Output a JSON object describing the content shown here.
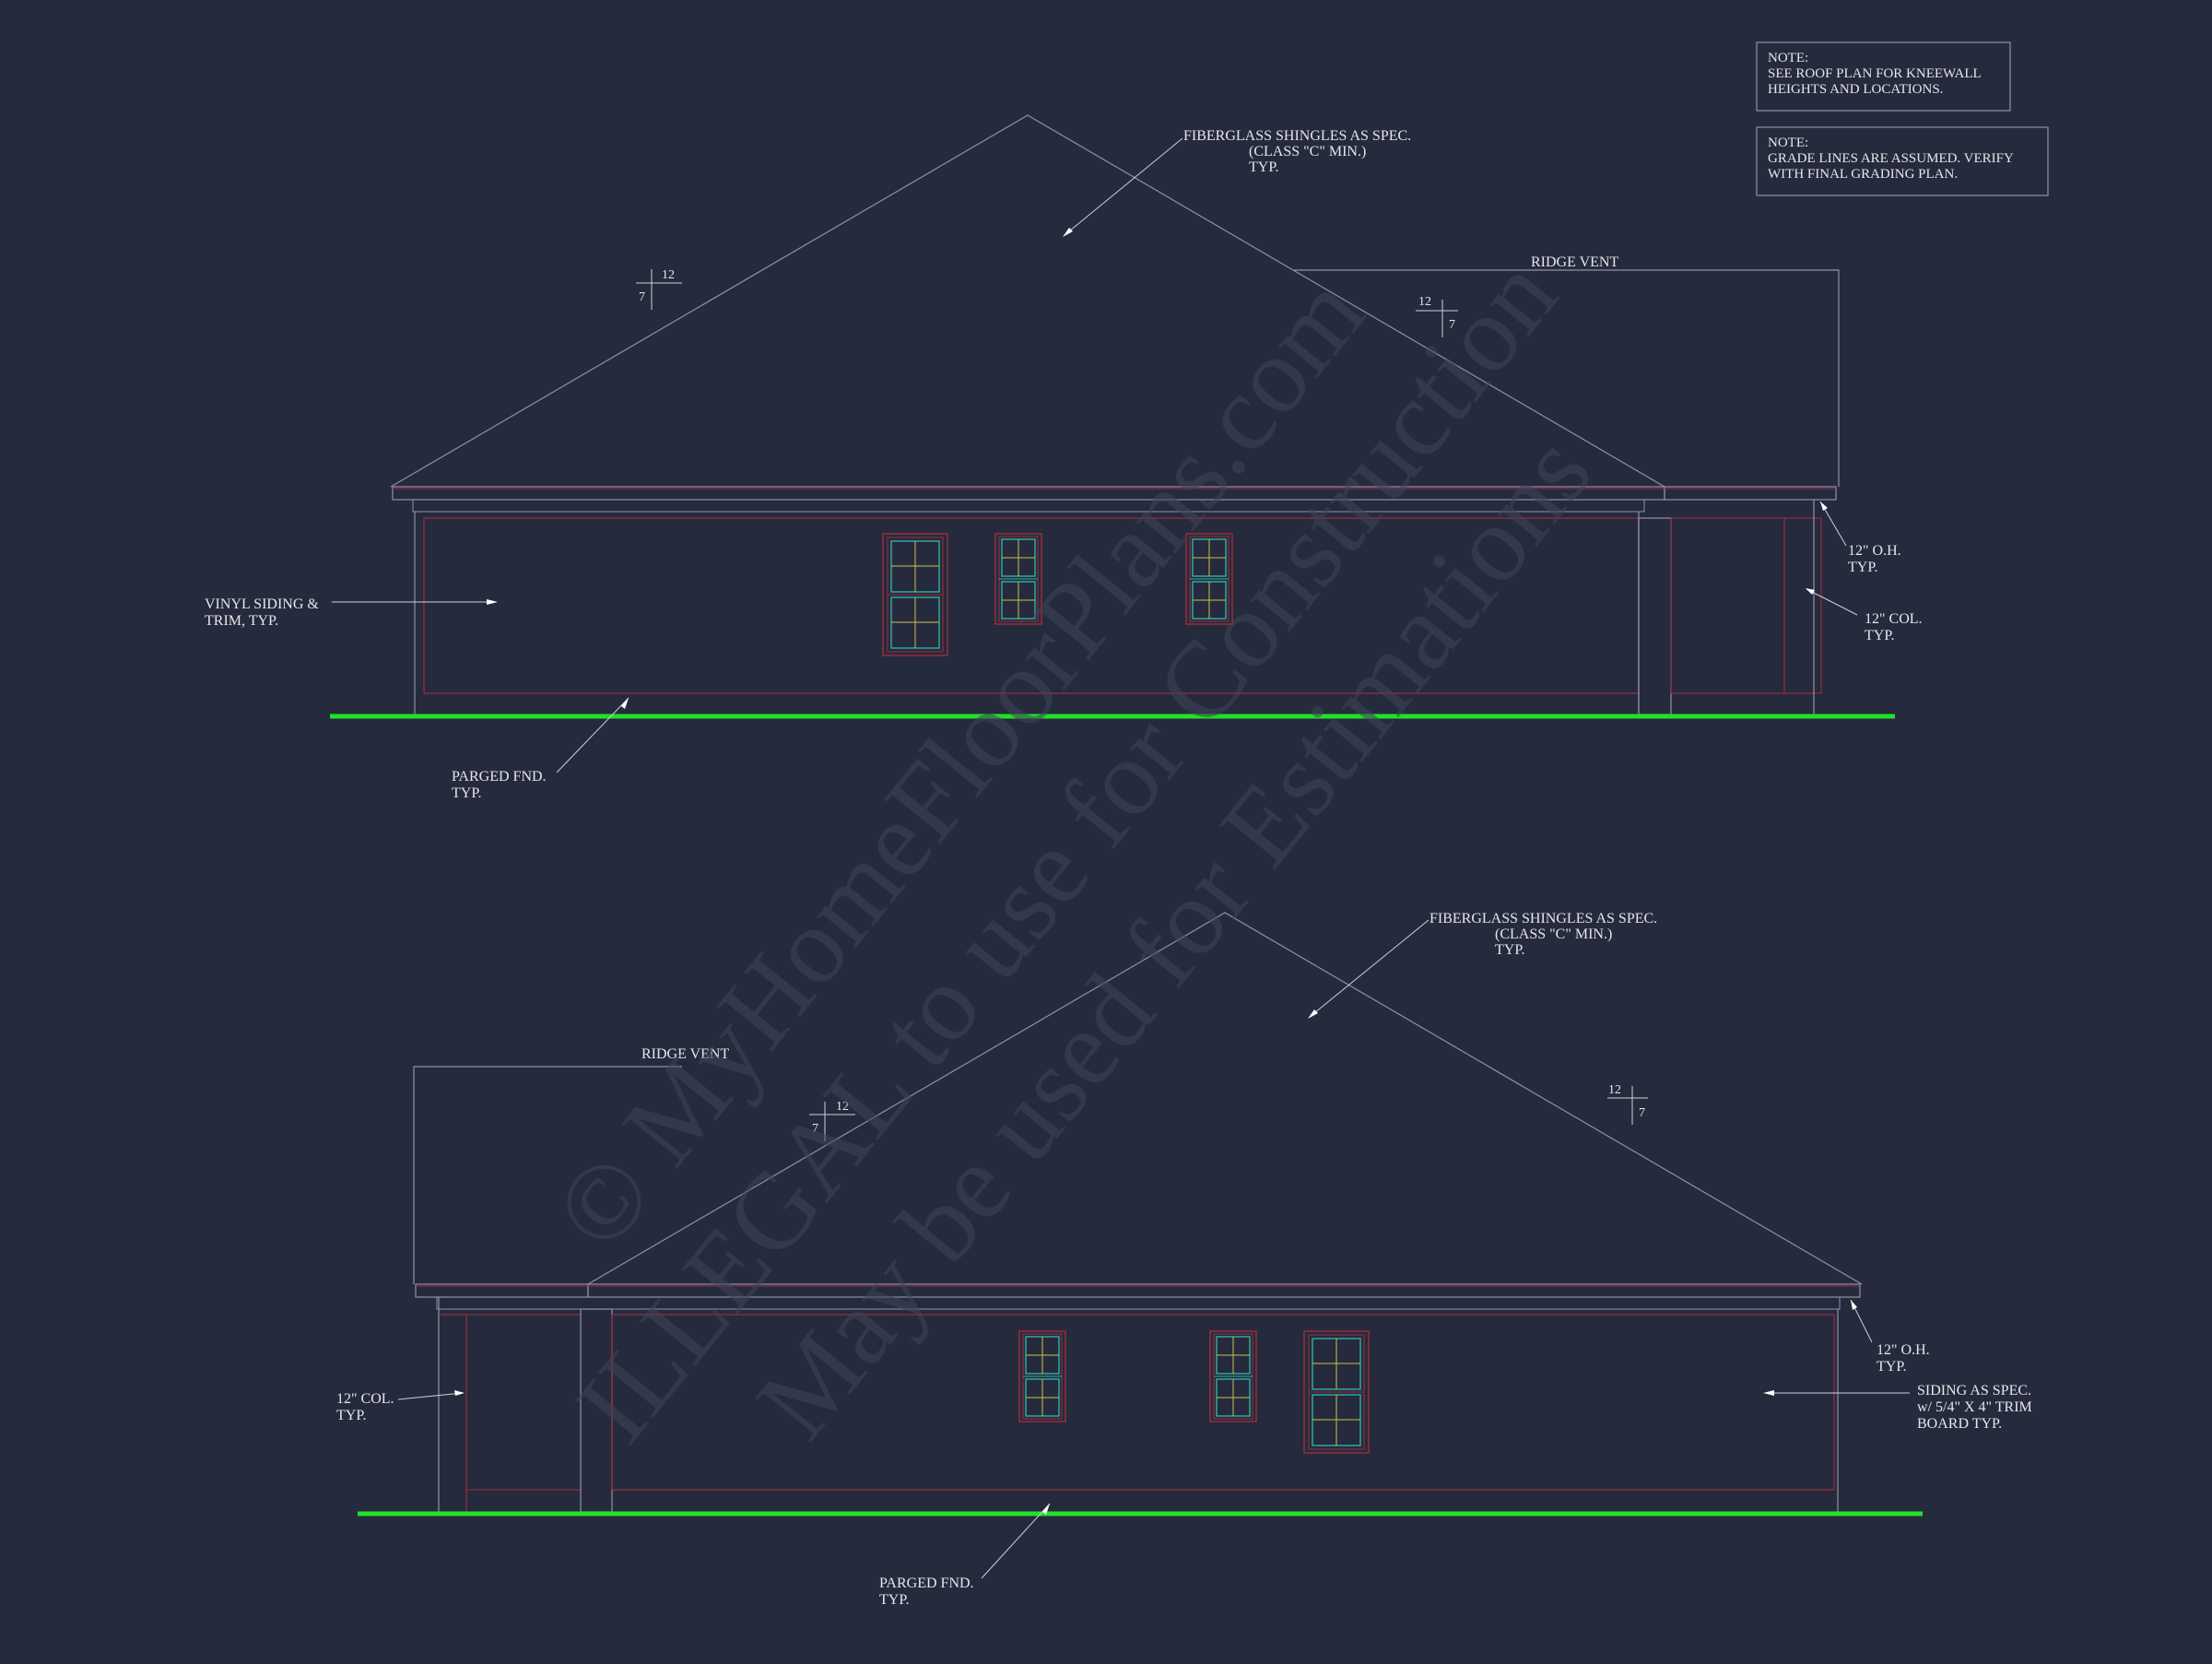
{
  "notes": [
    {
      "title": "NOTE:",
      "lines": [
        "SEE ROOF PLAN FOR KNEEWALL",
        "HEIGHTS AND LOCATIONS."
      ]
    },
    {
      "title": "NOTE:",
      "lines": [
        "GRADE LINES ARE ASSUMED. VERIFY",
        "WITH FINAL GRADING PLAN."
      ]
    }
  ],
  "watermark": {
    "line1": "© MyHomeFloorPlans.com",
    "line2": "ILLEGAL to use for Construction",
    "line3": "May be used for Estimations"
  },
  "colors": {
    "background": "#262a3d",
    "linework": "#8d92ad",
    "walls": "#9c2f3c",
    "grade": "#22e02a",
    "window_mullion": "#c8c24a",
    "window_glass": "#2fb0a6",
    "text": "#e6e6ea"
  },
  "elevation_top": {
    "shingles": [
      "FIBERGLASS SHINGLES AS SPEC.",
      "(CLASS \"C\" MIN.)",
      "TYP."
    ],
    "ridge_vent": "RIDGE VENT",
    "pitch_left": {
      "rise": "7",
      "run": "12"
    },
    "pitch_right": {
      "rise": "7",
      "run": "12"
    },
    "overhang": [
      "12\" O.H.",
      "TYP."
    ],
    "column": [
      "12\" COL.",
      "TYP."
    ],
    "siding": [
      "VINYL SIDING &",
      "TRIM, TYP."
    ],
    "foundation": [
      "PARGED FND.",
      "TYP."
    ]
  },
  "elevation_bottom": {
    "shingles": [
      "FIBERGLASS SHINGLES AS SPEC.",
      "(CLASS \"C\" MIN.)",
      "TYP."
    ],
    "ridge_vent": "RIDGE VENT",
    "pitch_left": {
      "rise": "7",
      "run": "12"
    },
    "pitch_right": {
      "rise": "7",
      "run": "12"
    },
    "overhang": [
      "12\" O.H.",
      "TYP."
    ],
    "column": [
      "12\" COL.",
      "TYP."
    ],
    "siding": [
      "SIDING AS SPEC.",
      "w/ 5/4\" X 4\" TRIM",
      "BOARD TYP."
    ],
    "foundation": [
      "PARGED FND.",
      "TYP."
    ]
  }
}
